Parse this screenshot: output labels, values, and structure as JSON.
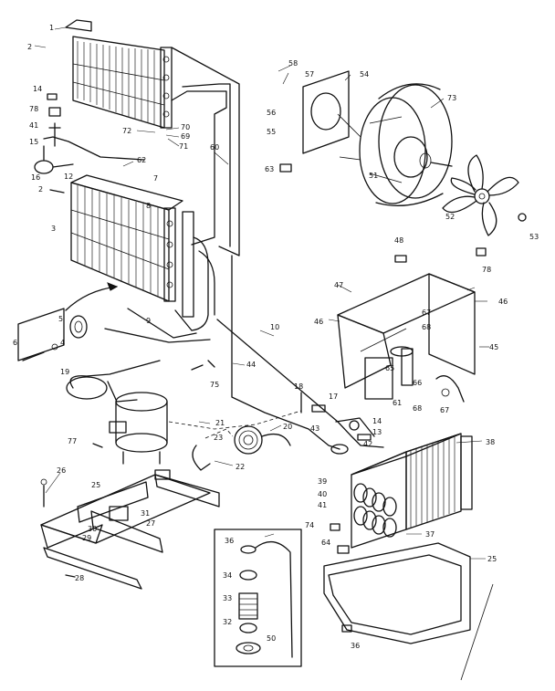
{
  "callouts": [
    {
      "id": "c1",
      "text": "1"
    },
    {
      "id": "c2",
      "text": "2"
    },
    {
      "id": "c14",
      "text": "14"
    },
    {
      "id": "c78a",
      "text": "78"
    },
    {
      "id": "c41",
      "text": "41"
    },
    {
      "id": "c15",
      "text": "15"
    },
    {
      "id": "c16",
      "text": "16"
    },
    {
      "id": "c2b",
      "text": "2"
    },
    {
      "id": "c12",
      "text": "12"
    },
    {
      "id": "c3",
      "text": "3"
    },
    {
      "id": "c72",
      "text": "72"
    },
    {
      "id": "c70",
      "text": "70"
    },
    {
      "id": "c69",
      "text": "69"
    },
    {
      "id": "c71",
      "text": "71"
    },
    {
      "id": "c60",
      "text": "60"
    },
    {
      "id": "c62",
      "text": "62"
    },
    {
      "id": "c7",
      "text": "7"
    },
    {
      "id": "c8",
      "text": "8"
    },
    {
      "id": "c5",
      "text": "5"
    },
    {
      "id": "c6",
      "text": "6"
    },
    {
      "id": "c4",
      "text": "4"
    },
    {
      "id": "c9",
      "text": "9"
    },
    {
      "id": "c19",
      "text": "19"
    },
    {
      "id": "c75",
      "text": "75"
    },
    {
      "id": "c44",
      "text": "44"
    },
    {
      "id": "c10",
      "text": "10"
    },
    {
      "id": "c58",
      "text": "58"
    },
    {
      "id": "c57",
      "text": "57"
    },
    {
      "id": "c54",
      "text": "54"
    },
    {
      "id": "c73",
      "text": "73"
    },
    {
      "id": "c56",
      "text": "56"
    },
    {
      "id": "c55",
      "text": "55"
    },
    {
      "id": "c63",
      "text": "63"
    },
    {
      "id": "c51",
      "text": "51"
    },
    {
      "id": "c52",
      "text": "52"
    },
    {
      "id": "c53",
      "text": "53"
    },
    {
      "id": "c78b",
      "text": "78"
    },
    {
      "id": "c48",
      "text": "48"
    },
    {
      "id": "c47",
      "text": "47"
    },
    {
      "id": "c46a",
      "text": "46"
    },
    {
      "id": "c46b",
      "text": "46"
    },
    {
      "id": "c67a",
      "text": "67"
    },
    {
      "id": "c68a",
      "text": "68"
    },
    {
      "id": "c45",
      "text": "45"
    },
    {
      "id": "c65",
      "text": "65"
    },
    {
      "id": "c66",
      "text": "66"
    },
    {
      "id": "c61",
      "text": "61"
    },
    {
      "id": "c68b",
      "text": "68"
    },
    {
      "id": "c67b",
      "text": "67"
    },
    {
      "id": "c18",
      "text": "18"
    },
    {
      "id": "c17",
      "text": "17"
    },
    {
      "id": "c43",
      "text": "43"
    },
    {
      "id": "c14b",
      "text": "14"
    },
    {
      "id": "c13",
      "text": "13"
    },
    {
      "id": "c42",
      "text": "42"
    },
    {
      "id": "c38",
      "text": "38"
    },
    {
      "id": "c21",
      "text": "21"
    },
    {
      "id": "c20",
      "text": "20"
    },
    {
      "id": "c23",
      "text": "23"
    },
    {
      "id": "c22",
      "text": "22"
    },
    {
      "id": "c77",
      "text": "77"
    },
    {
      "id": "c26",
      "text": "26"
    },
    {
      "id": "c25a",
      "text": "25"
    },
    {
      "id": "c31",
      "text": "31"
    },
    {
      "id": "c27",
      "text": "27"
    },
    {
      "id": "c30",
      "text": "30"
    },
    {
      "id": "c29",
      "text": "29"
    },
    {
      "id": "c28",
      "text": "28"
    },
    {
      "id": "c39",
      "text": "39"
    },
    {
      "id": "c40",
      "text": "40"
    },
    {
      "id": "c41b",
      "text": "41"
    },
    {
      "id": "c74",
      "text": "74"
    },
    {
      "id": "c64",
      "text": "64"
    },
    {
      "id": "c37",
      "text": "37"
    },
    {
      "id": "c25b",
      "text": "25"
    },
    {
      "id": "c36a",
      "text": "36"
    },
    {
      "id": "c36b",
      "text": "36"
    },
    {
      "id": "c34",
      "text": "34"
    },
    {
      "id": "c33",
      "text": "33"
    },
    {
      "id": "c32",
      "text": "32"
    },
    {
      "id": "c50",
      "text": "50"
    }
  ]
}
